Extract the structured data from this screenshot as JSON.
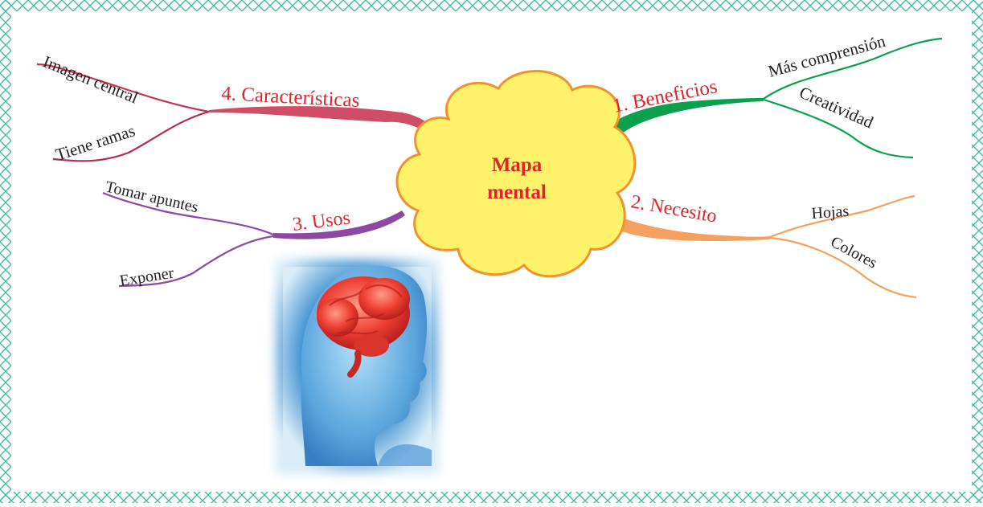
{
  "center": {
    "line1": "Mapa",
    "line2": "mental"
  },
  "branches": [
    {
      "id": "beneficios",
      "label": "1. Beneficios",
      "color": "#0aa04e",
      "children": [
        "Más comprensión",
        "Creatividad"
      ]
    },
    {
      "id": "necesito",
      "label": "2. Necesito",
      "color": "#f5a05e",
      "children": [
        "Hojas",
        "Colores"
      ]
    },
    {
      "id": "usos",
      "label": "3. Usos",
      "color": "#8c49a2",
      "children": [
        "Tomar apuntes",
        "Exponer"
      ]
    },
    {
      "id": "caracteristicas",
      "label": "4. Características",
      "color": "#cf4d67",
      "children": [
        "Imagen central",
        "Tiene ramas"
      ]
    }
  ],
  "colors": {
    "label_red": "#e0242c",
    "border": "#33b8a6",
    "cloud_fill": "#fff26b",
    "cloud_stroke": "#f0932e",
    "child_text": "#231f20"
  },
  "image": {
    "subject": "human head with brain illustration"
  }
}
